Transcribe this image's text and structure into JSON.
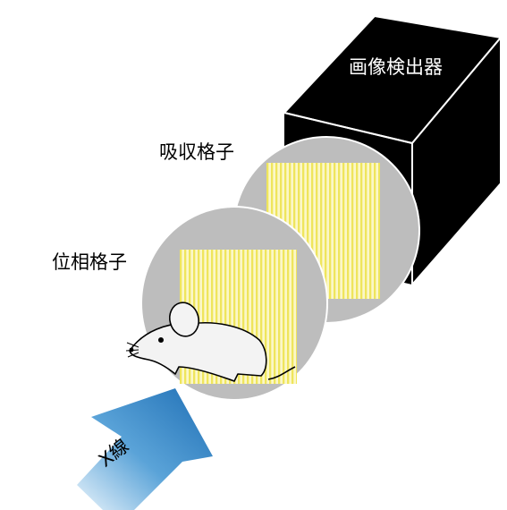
{
  "labels": {
    "detector": "画像検出器",
    "absorption_grating": "吸収格子",
    "phase_grating": "位相格子",
    "xray": "X線"
  },
  "colors": {
    "background": "#ffffff",
    "detector_front": "#000000",
    "detector_edge": "#ffffff",
    "grating_disc": "#bdbdbd",
    "grating_line_yellow": "#f2ea6a",
    "grating_line_light": "#fbf7c8",
    "mouse_body": "#f3f3f3",
    "arrow_dark": "#1f6fb5",
    "arrow_light": "#e8f3fb"
  },
  "icons": {
    "mouse": "mouse-icon",
    "arrow": "xray-arrow-icon"
  }
}
